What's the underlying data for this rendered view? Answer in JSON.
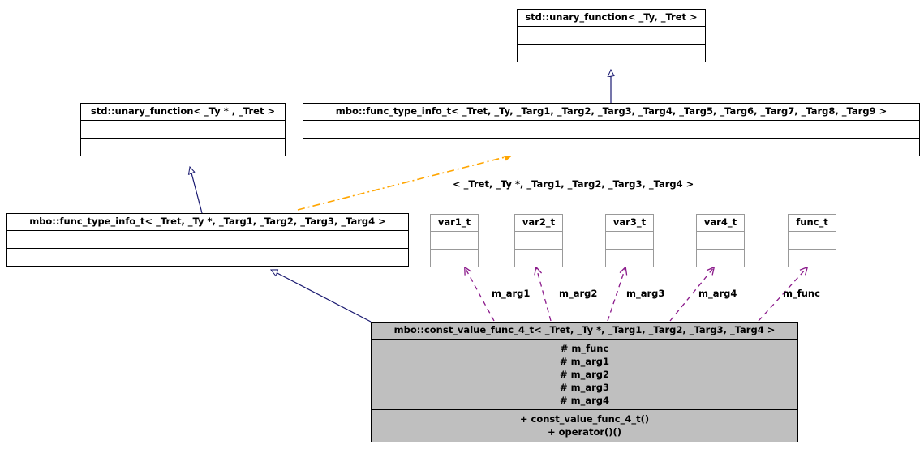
{
  "diagram": {
    "title": "mbo::const_value_func_4_t class inheritance diagram",
    "colors": {
      "inheritance_edge": "#191970",
      "template_edge": "#ffa500",
      "usage_edge": "#8b1a8b",
      "node_border": "#000000",
      "plain_node_border": "#999999",
      "current_node_fill": "#bfbfbf",
      "background": "#ffffff"
    },
    "nodes": [
      {
        "id": "std_unary_function_ty_tret",
        "name": "std::unary_function< _Ty, _Tret >",
        "attributes": [],
        "operations": []
      },
      {
        "id": "std_unary_function_typtr_tret",
        "name": "std::unary_function< _Ty * , _Tret >",
        "attributes": [],
        "operations": []
      },
      {
        "id": "mbo_func_type_info_t_9",
        "name": "mbo::func_type_info_t< _Tret, _Ty, _Targ1, _Targ2, _Targ3, _Targ4, _Targ5, _Targ6, _Targ7, _Targ8, _Targ9 >",
        "attributes": [],
        "operations": []
      },
      {
        "id": "mbo_func_type_info_t_4",
        "name": "mbo::func_type_info_t< _Tret, _Ty *, _Targ1, _Targ2, _Targ3, _Targ4 >",
        "attributes": [],
        "operations": []
      },
      {
        "id": "var1_t",
        "name": "var1_t",
        "attributes": [],
        "operations": []
      },
      {
        "id": "var2_t",
        "name": "var2_t",
        "attributes": [],
        "operations": []
      },
      {
        "id": "var3_t",
        "name": "var3_t",
        "attributes": [],
        "operations": []
      },
      {
        "id": "var4_t",
        "name": "var4_t",
        "attributes": [],
        "operations": []
      },
      {
        "id": "func_t",
        "name": "func_t",
        "attributes": [],
        "operations": []
      },
      {
        "id": "mbo_const_value_func_4_t",
        "name": "mbo::const_value_func_4_t< _Tret, _Ty *, _Targ1, _Targ2, _Targ3, _Targ4 >",
        "attributes": [
          "#  m_func",
          "#  m_arg1",
          "#  m_arg2",
          "#  m_arg3",
          "#  m_arg4"
        ],
        "operations": [
          "+  const_value_func_4_t()",
          "+  operator()()"
        ]
      }
    ],
    "edge_labels": {
      "template_binding": "< _Tret, _Ty *, _Targ1, _Targ2, _Targ3, _Targ4 >",
      "usage_m_arg1": "m_arg1",
      "usage_m_arg2": "m_arg2",
      "usage_m_arg3": "m_arg3",
      "usage_m_arg4": "m_arg4",
      "usage_m_func": "m_func"
    }
  }
}
